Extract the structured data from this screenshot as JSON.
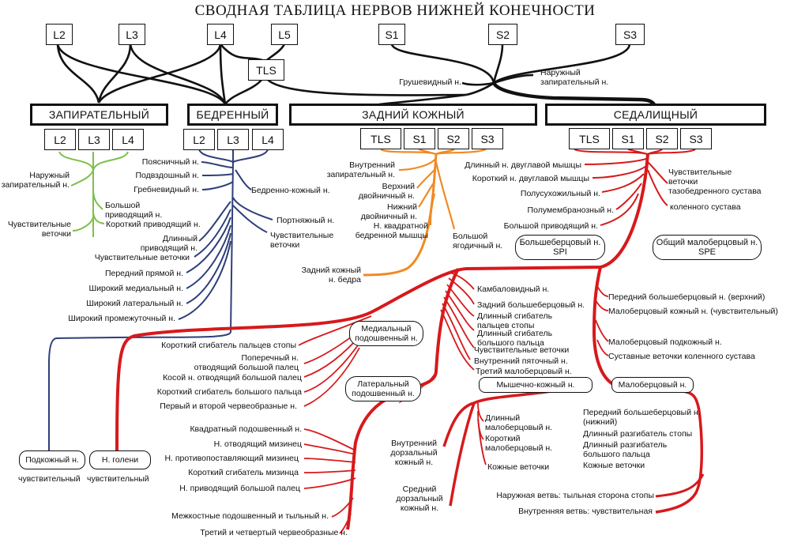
{
  "title": "СВОДНАЯ ТАБЛИЦА НЕРВОВ НИЖНЕЙ КОНЕЧНОСТИ",
  "roots": {
    "L2": "L2",
    "L3": "L3",
    "L4": "L4",
    "L5": "L5",
    "S1": "S1",
    "S2": "S2",
    "S3": "S3",
    "TLS": "TLS"
  },
  "upper_labels": {
    "piriformis": "Грушевидный н.",
    "external_obturator": "Наружный\nзапирательный н."
  },
  "groups": {
    "obturator": {
      "name": "ЗАПИРАТЕЛЬНЫЙ",
      "roots": [
        "L2",
        "L3",
        "L4"
      ]
    },
    "femoral": {
      "name": "БЕДРЕННЫЙ",
      "roots": [
        "L2",
        "L3",
        "L4"
      ]
    },
    "posterior_cutaneous": {
      "name": "ЗАДНИЙ КОЖНЫЙ",
      "roots": [
        "TLS",
        "S1",
        "S2",
        "S3"
      ]
    },
    "sciatic": {
      "name": "СЕДАЛИЩНЫЙ",
      "roots": [
        "TLS",
        "S1",
        "S2",
        "S3"
      ]
    }
  },
  "obturator_branches": [
    "Наружный\nзапирательный н.",
    "Большой\nприводящий н.",
    "Короткий приводящий н.",
    "Чувствительные\nветочки"
  ],
  "femoral_branches_left": [
    "Поясничный н.",
    "Подвздошный н.",
    "Гребневидный н.",
    "Длинный\nприводящий н.",
    "Чувствительные веточки",
    "Передний прямой н.",
    "Широкий медиальный н.",
    "Широкий латеральный н.",
    "Широкий промежуточный н."
  ],
  "femoral_branches_right": [
    "Бедренно-кожный н.",
    "Портняжный н.",
    "Чувствительные\nветочки"
  ],
  "posterior_branches": [
    "Внутренний\nзапирательный н.",
    "Верхний\nдвойничный н.",
    "Нижний\nдвойничный н.",
    "Н. квадратной\nбедренной мышцы",
    "Большой\nягодичный н.",
    "Задний кожный\nн. бедра"
  ],
  "sciatic_branches_left": [
    "Длинный н. двуглавой мышцы",
    "Короткий н. двуглавой мышцы",
    "Полусухожильный н.",
    "Полумембранозный н.",
    "Большой приводящий н."
  ],
  "sciatic_branches_right": [
    "Чувствительные\nветочки\nтазобедренного сустава",
    "коленного сустава"
  ],
  "tibial": {
    "name": "Большеберцовый н.\nSPI",
    "branches": [
      "Камбаловидный н.",
      "Задний большеберцовый н.",
      "Длинный сгибатель\nпальцев стопы",
      "Длинный сгибатель\nбольшого пальца",
      "Чувствительные веточки",
      "Внутренний пяточный н.",
      "Третий малоберцовый н."
    ]
  },
  "peroneal": {
    "name": "Общий малоберцовый н.\nSPE",
    "branches": [
      "Передний большеберцовый н. (верхний)",
      "Малоберцовый кожный н. (чувствительный)",
      "Малоберцовый подкожный н.",
      "Суставные веточки коленного сустава"
    ]
  },
  "medial_plantar": {
    "name": "Медиальный\nподошвенный н.",
    "branches": [
      "Короткий сгибатель пальцев стопы",
      "Поперечный н.\nотводящий большой палец",
      "Косой н. отводящий большой палец",
      "Короткий сгибатель большого пальца",
      "Первый и второй червеобразные н."
    ]
  },
  "lateral_plantar": {
    "name": "Латеральный\nподошвенный н.",
    "branches": [
      "Квадратный подошвенный н.",
      "Н. отводящий мизинец",
      "Н. противопоставляющий мизинец",
      "Короткий сгибатель мизинца",
      "Н. приводящий большой палец",
      "Межкостные подошвенный и тыльный н.",
      "Третий и четвертый червеобразные н."
    ]
  },
  "musculocutaneous": {
    "name": "Мышечно-кожный н.",
    "branches": [
      "Длинный\nмалоберцовый н.",
      "Короткий\nмалоберцовый н.",
      "Кожные веточки"
    ]
  },
  "deep_peroneal": {
    "name": "Малоберцовый н.",
    "branches": [
      "Передний большеберцовый н.\n(нижний)",
      "Длинный разгибатель стопы",
      "Длинный разгибатель\nбольшого пальца",
      "Кожные веточки"
    ]
  },
  "dorsal_labels": [
    "Внутренний\nдорзальный\nкожный н.",
    "Средний\nдорзальный\nкожный н."
  ],
  "foot_branches": [
    "Наружная ветвь: тыльная сторона стопы",
    "Внутренняя ветвь: чувствительная"
  ],
  "saphenous": {
    "name": "Подкожный н.",
    "sub": "чувствительный"
  },
  "leg_nerve": {
    "name": "Н. голени",
    "sub": "чувствительный"
  },
  "colors": {
    "obturator": "#7cc04b",
    "femoral": "#2e3f7a",
    "posterior": "#f08a24",
    "sciatic": "#d7191c",
    "plexus": "#111111"
  }
}
